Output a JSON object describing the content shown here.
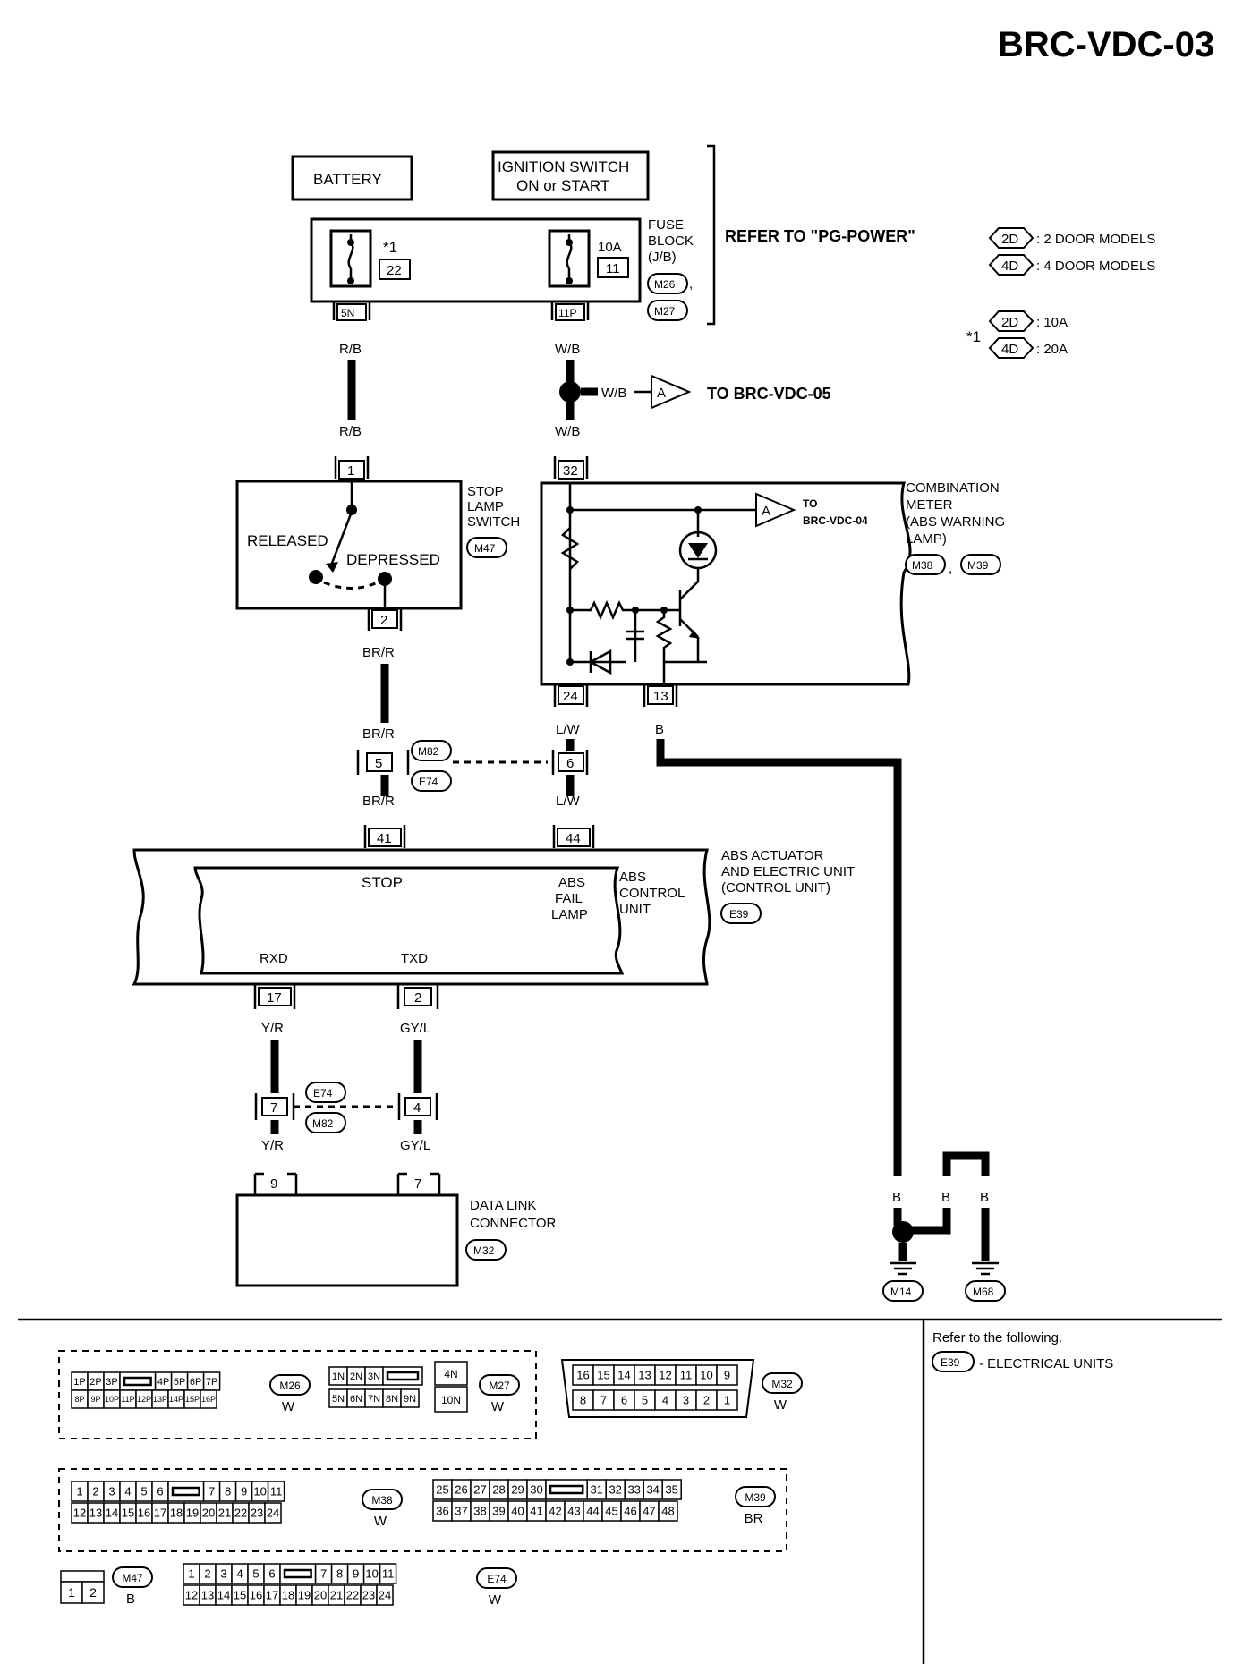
{
  "title": "BRC-VDC-03",
  "power": {
    "battery": "BATTERY",
    "ignition": [
      "IGNITION SWITCH",
      "ON or START"
    ],
    "refer": "REFER TO \"PG-POWER\""
  },
  "fuse_block": {
    "label": [
      "FUSE",
      "BLOCK",
      "(J/B)"
    ],
    "connectors": [
      "M26",
      "M27"
    ],
    "fuse1": {
      "note": "*1",
      "number": "22",
      "terminal": "5N"
    },
    "fuse2": {
      "rating": "10A",
      "number": "11",
      "terminal": "11P"
    }
  },
  "legend": {
    "models": [
      {
        "code": "2D",
        "text": ": 2 DOOR MODELS"
      },
      {
        "code": "4D",
        "text": ": 4 DOOR MODELS"
      }
    ],
    "note_mark": "*1",
    "fuse_ratings": [
      {
        "code": "2D",
        "text": ": 10A"
      },
      {
        "code": "4D",
        "text": ": 20A"
      }
    ]
  },
  "wires": {
    "rb": "R/B",
    "wb": "W/B",
    "brr": "BR/R",
    "lw": "L/W",
    "b": "B",
    "yr": "Y/R",
    "gyl": "GY/L"
  },
  "branch": {
    "letter": "A",
    "to": "TO BRC-VDC-05"
  },
  "stop_lamp_switch": {
    "label": [
      "STOP",
      "LAMP",
      "SWITCH"
    ],
    "connector": "M47",
    "released": "RELEASED",
    "depressed": "DEPRESSED",
    "pin_in": "1",
    "pin_out": "2"
  },
  "combination_meter": {
    "label": [
      "COMBINATION",
      "METER",
      "(ABS WARNING",
      "LAMP)"
    ],
    "connectors": [
      "M38",
      "M39"
    ],
    "to_letter": "A",
    "to": [
      "TO",
      "BRC-VDC-04"
    ],
    "pins": [
      "32",
      "24",
      "13"
    ]
  },
  "joint": {
    "connectors": [
      "M82",
      "E74"
    ],
    "pins": [
      "5",
      "6"
    ]
  },
  "abs_unit": {
    "outer_label": [
      "ABS ACTUATOR",
      "AND ELECTRIC UNIT",
      "(CONTROL UNIT)"
    ],
    "connector": "E39",
    "inner_label": [
      "ABS",
      "CONTROL",
      "UNIT"
    ],
    "stop": "STOP",
    "fail": [
      "ABS",
      "FAIL",
      "LAMP"
    ],
    "rxd": "RXD",
    "txd": "TXD",
    "pins": [
      "41",
      "44",
      "17",
      "2"
    ]
  },
  "joint2": {
    "connectors": [
      "E74",
      "M82"
    ],
    "pins": [
      "7",
      "4"
    ]
  },
  "dlc": {
    "label": [
      "DATA LINK",
      "CONNECTOR"
    ],
    "connector": "M32",
    "pins": [
      "9",
      "7"
    ]
  },
  "grounds": [
    "M14",
    "M68"
  ],
  "refer_following": {
    "heading": "Refer to the following.",
    "item_code": "E39",
    "item_text": "- ELECTRICAL UNITS"
  },
  "connector_faces": {
    "m26": {
      "code": "M26",
      "color": "W",
      "row1": [
        "1P",
        "2P",
        "3P",
        "",
        "4P",
        "5P",
        "6P",
        "7P"
      ],
      "row2": [
        "8P",
        "9P",
        "10P",
        "11P",
        "12P",
        "13P",
        "14P",
        "15P",
        "16P"
      ]
    },
    "m27": {
      "code": "M27",
      "color": "W",
      "row1": [
        "1N",
        "2N",
        "3N",
        ""
      ],
      "row2": [
        "5N",
        "6N",
        "7N",
        "8N",
        "9N"
      ],
      "side": [
        "4N",
        "10N"
      ]
    },
    "m32": {
      "code": "M32",
      "color": "W",
      "row1": [
        "16",
        "15",
        "14",
        "13",
        "12",
        "11",
        "10",
        "9"
      ],
      "row2": [
        "8",
        "7",
        "6",
        "5",
        "4",
        "3",
        "2",
        "1"
      ]
    },
    "m38": {
      "code": "M38",
      "color": "W",
      "row1": [
        "1",
        "2",
        "3",
        "4",
        "5",
        "6",
        "",
        "7",
        "8",
        "9",
        "10",
        "11"
      ],
      "row2": [
        "12",
        "13",
        "14",
        "15",
        "16",
        "17",
        "18",
        "19",
        "20",
        "21",
        "22",
        "23",
        "24"
      ]
    },
    "m39": {
      "code": "M39",
      "color": "BR",
      "row1": [
        "25",
        "26",
        "27",
        "28",
        "29",
        "30",
        "",
        "31",
        "32",
        "33",
        "34",
        "35"
      ],
      "row2": [
        "36",
        "37",
        "38",
        "39",
        "40",
        "41",
        "42",
        "43",
        "44",
        "45",
        "46",
        "47",
        "48"
      ]
    },
    "m47": {
      "code": "M47",
      "color": "B",
      "row2": [
        "1",
        "2"
      ]
    },
    "e74": {
      "code": "E74",
      "color": "W",
      "row1": [
        "1",
        "2",
        "3",
        "4",
        "5",
        "6",
        "",
        "7",
        "8",
        "9",
        "10",
        "11"
      ],
      "row2": [
        "12",
        "13",
        "14",
        "15",
        "16",
        "17",
        "18",
        "19",
        "20",
        "21",
        "22",
        "23",
        "24"
      ]
    }
  }
}
